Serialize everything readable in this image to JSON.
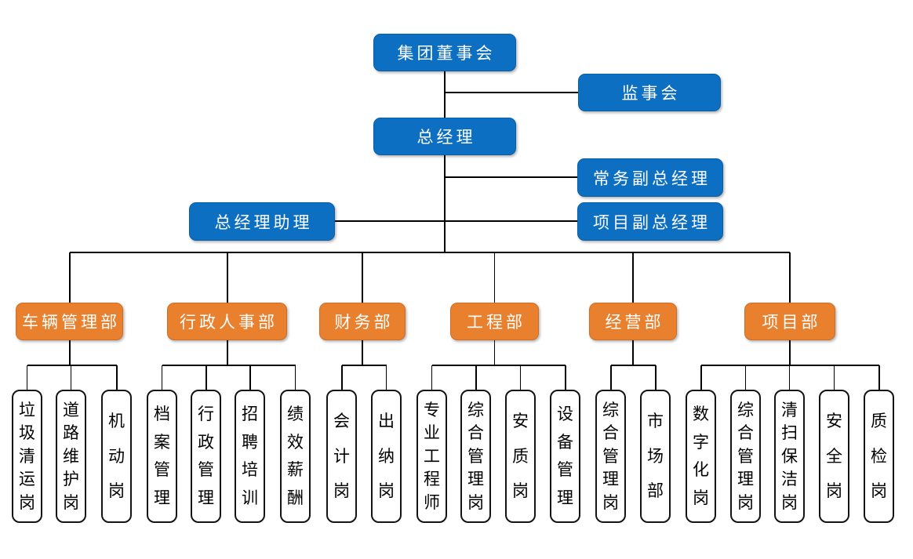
{
  "colors": {
    "executive_box": "#0d6fc2",
    "department_box": "#e8802e",
    "position_box_border": "#141414",
    "connector": "#000000"
  },
  "executives": {
    "board": {
      "label": "集团董事会"
    },
    "supervisory": {
      "label": "监事会"
    },
    "general_manager": {
      "label": "总经理"
    },
    "executive_deputy_gm": {
      "label": "常务副总经理"
    },
    "gm_assistant": {
      "label": "总经理助理"
    },
    "project_deputy_gm": {
      "label": "项目副总经理"
    }
  },
  "departments": [
    {
      "label": "车辆管理部",
      "positions": [
        "垃圾清运岗",
        "道路维护岗",
        "机动岗"
      ]
    },
    {
      "label": "行政人事部",
      "positions": [
        "档案管理",
        "行政管理",
        "招聘培训",
        "绩效薪酬"
      ]
    },
    {
      "label": "财务部",
      "positions": [
        "会计岗",
        "出纳岗"
      ]
    },
    {
      "label": "工程部",
      "positions": [
        "专业工程师",
        "综合管理岗",
        "安质岗",
        "设备管理"
      ]
    },
    {
      "label": "经营部",
      "positions": [
        "综合管理岗",
        "市场部"
      ]
    },
    {
      "label": "项目部",
      "positions": [
        "数字化岗",
        "综合管理岗",
        "清扫保洁岗",
        "安全岗",
        "质检岗"
      ]
    }
  ]
}
